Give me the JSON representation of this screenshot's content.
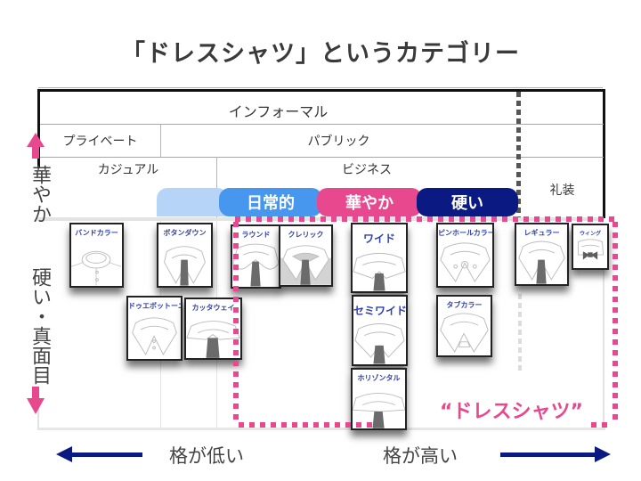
{
  "title": "「ドレスシャツ」というカテゴリー",
  "rows": {
    "informal": "インフォーマル",
    "private": "プライベート",
    "public": "パブリック",
    "casual": "カジュアル",
    "business": "ビジネス",
    "formal": "礼装"
  },
  "pills": [
    {
      "label": "日常的",
      "color": "#4897ee"
    },
    {
      "label": "華やか",
      "color": "#e8488e"
    },
    {
      "label": "硬い",
      "color": "#0b1a82"
    }
  ],
  "vertical_axis": {
    "top_label": "華やか",
    "bottom_label": "硬い・真面目",
    "color": "#e8488e"
  },
  "horizontal_axis": {
    "left_label": "格が低い",
    "right_label": "格が高い",
    "color": "#0b1a82"
  },
  "collars": [
    {
      "name": "バンドカラー",
      "tie": "none"
    },
    {
      "name": "ボタンダウン",
      "tie": "necktie"
    },
    {
      "name": "ドゥエボットーニ",
      "tie": "none"
    },
    {
      "name": "カッタウェイ",
      "tie": "necktie"
    },
    {
      "name": "ラウンド",
      "tie": "necktie"
    },
    {
      "name": "クレリック",
      "tie": "necktie"
    },
    {
      "name": "ワイド",
      "tie": "necktie"
    },
    {
      "name": "セミワイド",
      "tie": "necktie"
    },
    {
      "name": "ホリゾンタル",
      "tie": "necktie"
    },
    {
      "name": "ピンホールカラー",
      "tie": "none"
    },
    {
      "name": "タブカラー",
      "tie": "none"
    },
    {
      "name": "レギュラー",
      "tie": "necktie"
    },
    {
      "name": "ウィング",
      "tie": "bowtie"
    }
  ],
  "region_label": "“ドレスシャツ”",
  "region_color": "#e8488e"
}
